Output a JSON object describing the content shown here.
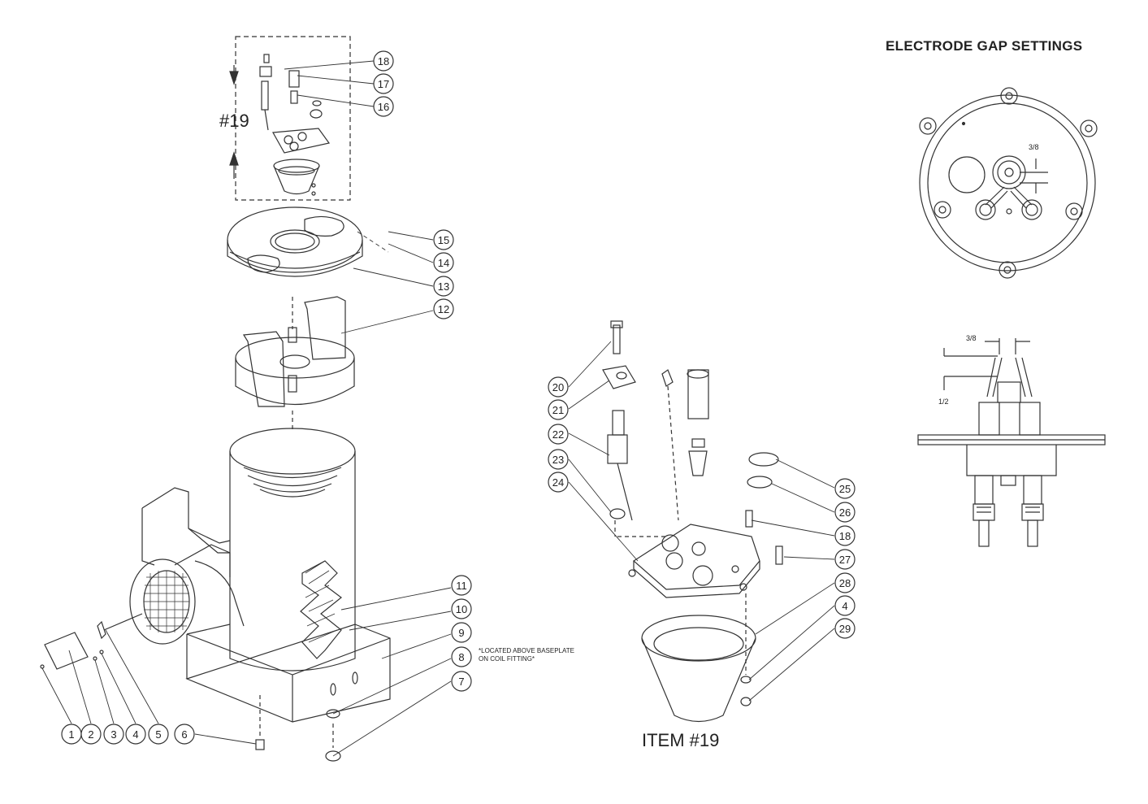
{
  "headings": {
    "gap_title": "ELECTRODE GAP SETTINGS",
    "item_label": "ITEM  #19",
    "assembly_label": "#19"
  },
  "note": {
    "line1": "*LOCATED ABOVE BASEPLATE",
    "line2": "ON COIL FITTING*"
  },
  "dimensions": {
    "top_gap": "3/8",
    "side_gap": "3/8",
    "side_height": "1/2"
  },
  "callouts_main": [
    "1",
    "2",
    "3",
    "4",
    "5",
    "6",
    "7",
    "8",
    "9",
    "10",
    "11",
    "12",
    "13",
    "14",
    "15",
    "16",
    "17",
    "18"
  ],
  "callouts_item19": [
    "20",
    "21",
    "22",
    "23",
    "24",
    "25",
    "26",
    "18",
    "27",
    "28",
    "4",
    "29"
  ],
  "colors": {
    "line": "#333333",
    "background": "#ffffff"
  }
}
